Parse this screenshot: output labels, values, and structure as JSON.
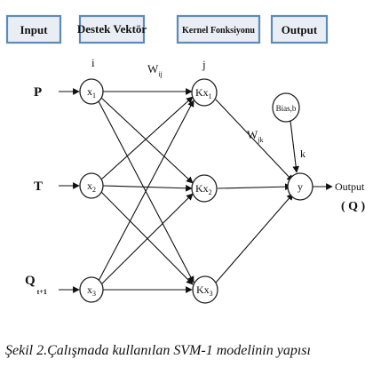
{
  "headers": {
    "input": "Input",
    "support_vector": "Destek Vektör",
    "kernel_function": "Kernel Fonksiyonu",
    "output": "Output"
  },
  "layer_labels": {
    "i": "i",
    "j": "j",
    "k": "k"
  },
  "weights": {
    "w_ij_base": "W",
    "w_ij_sub": "ij",
    "w_jk_base": "W",
    "w_jk_sub": "jk"
  },
  "inputs": {
    "p": "P",
    "t": "T",
    "q_base": "Q",
    "q_sub": "t+1"
  },
  "nodes": {
    "x1_base": "x",
    "x1_sub": "1",
    "x2_base": "x",
    "x2_sub": "2",
    "x3_base": "x",
    "x3_sub": "3",
    "k1_base": "Kx",
    "k1_sub": "1",
    "k2_base": "Kx",
    "k2_sub": "2",
    "k3_base": "Kx",
    "k3_sub": "3",
    "bias": "Bias,b",
    "y": "y"
  },
  "output": {
    "label": "Output",
    "symbol": "( Q )"
  },
  "caption": "Şekil 2.Çalışmada kullanılan SVM-1 modelinin yapısı"
}
